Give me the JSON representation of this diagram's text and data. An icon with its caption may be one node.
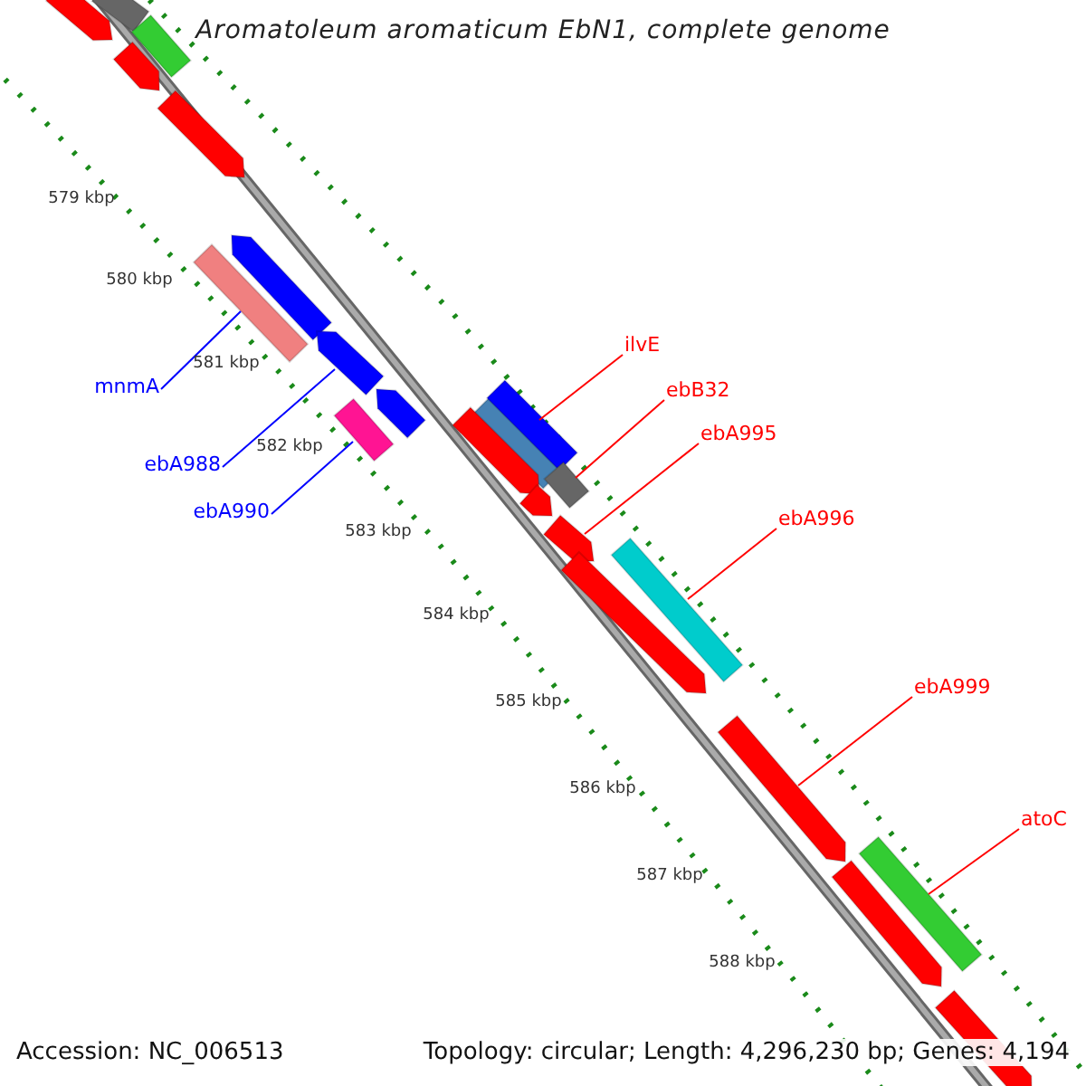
{
  "diagram": {
    "title": "Aromatoleum aromaticum EbN1, complete genome",
    "nodes": [
      {
        "text": [
          "mnmA"
        ]
      },
      {
        "text": [
          "ebA988"
        ]
      },
      {
        "text": [
          "ebA990"
        ]
      },
      {
        "text": [
          "ilvE"
        ]
      },
      {
        "text": [
          "ebB32"
        ]
      },
      {
        "text": [
          "ebA995"
        ]
      },
      {
        "text": [
          "ebA996"
        ]
      },
      {
        "text": [
          "ebA999"
        ]
      },
      {
        "text": [
          "atoC"
        ]
      },
      {
        "text": [],
        "shape": "pentagon"
      },
      {
        "text": [],
        "shape": "bar"
      },
      {
        "text": [],
        "shape": "bar"
      },
      {
        "text": [],
        "shape": "pentagon"
      },
      {
        "text": [],
        "shape": "pentagon"
      },
      {
        "text": [],
        "shape": "pentagon"
      },
      {
        "text": [],
        "shape": "bar"
      },
      {
        "text": [],
        "shape": "pentagon"
      },
      {
        "text": [],
        "shape": "bar"
      },
      {
        "text": [],
        "shape": "pentagon"
      },
      {
        "text": [],
        "shape": "bar"
      },
      {
        "text": [],
        "shape": "bar"
      },
      {
        "text": [],
        "shape": "pentagon"
      },
      {
        "text": [],
        "shape": "bar"
      },
      {
        "text": [],
        "shape": "pentagon"
      },
      {
        "text": [],
        "shape": "pentagon"
      },
      {
        "text": [],
        "shape": "pentagon"
      },
      {
        "text": [],
        "shape": "bar"
      },
      {
        "text": [],
        "shape": "pentagon"
      },
      {
        "text": [],
        "shape": "bar"
      },
      {
        "text": [],
        "shape": "pentagon"
      },
      {
        "text": [],
        "shape": "pentagon"
      }
    ],
    "edges": [
      {
        "from": 0,
        "to": 15,
        "arrow": "none",
        "color": "#0000ff"
      },
      {
        "from": 1,
        "to": 16,
        "arrow": "none",
        "color": "#0000ff"
      },
      {
        "from": 2,
        "to": 17,
        "arrow": "none",
        "color": "#0000ff"
      },
      {
        "from": 3,
        "to": 20,
        "arrow": "none"
      },
      {
        "from": 4,
        "to": 22,
        "arrow": "none"
      },
      {
        "from": 5,
        "to": 24,
        "arrow": "none"
      },
      {
        "from": 6,
        "to": 26,
        "arrow": "none"
      },
      {
        "from": 7,
        "to": 27,
        "arrow": "none"
      },
      {
        "from": 8,
        "to": 28,
        "arrow": "none"
      }
    ],
    "labels": [
      "579 kbp",
      "580 kbp",
      "581 kbp",
      "582 kbp",
      "583 kbp",
      "584 kbp",
      "585 kbp",
      "586 kbp",
      "587 kbp",
      "588 kbp",
      "Accession: NC_006513",
      "Topology: circular; Length: 4,296,230 bp; Genes: 4,194"
    ]
  }
}
